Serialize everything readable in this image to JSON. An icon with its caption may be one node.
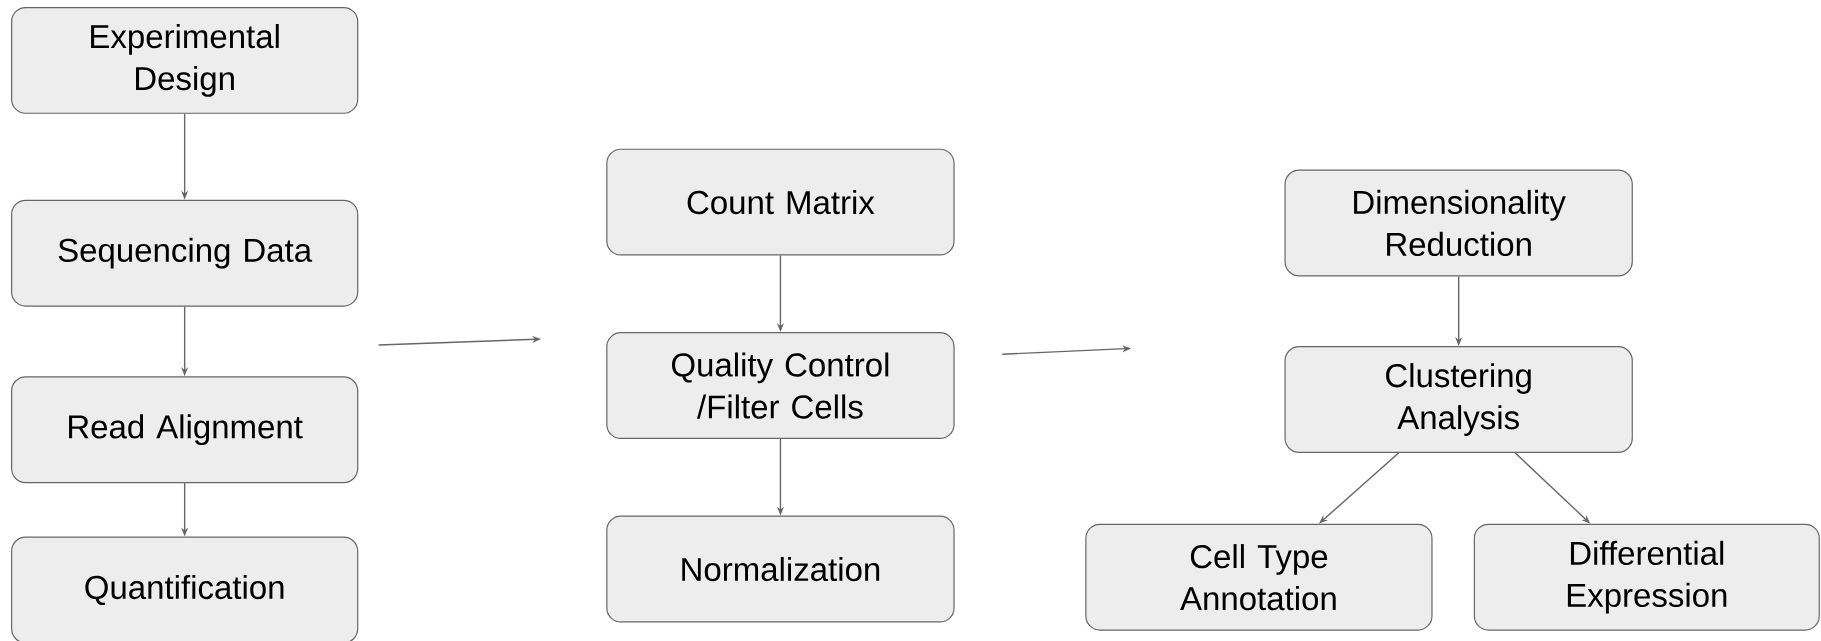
{
  "diagram": {
    "nodes": [
      {
        "text": [
          "Experimental Design"
        ]
      },
      {
        "text": [
          "Sequencing Data"
        ]
      },
      {
        "text": [
          "Read Alignment"
        ]
      },
      {
        "text": [
          "Quantification"
        ]
      },
      {
        "text": [
          "Count Matrix"
        ]
      },
      {
        "text": [
          "Quality Control /Filter Cells"
        ]
      },
      {
        "text": [
          "Normalization"
        ]
      },
      {
        "text": [
          "Dimensionality Reduction"
        ]
      },
      {
        "text": [
          "Clustering Analysis"
        ]
      },
      {
        "text": [
          "Cell Type Annotation"
        ]
      },
      {
        "text": [
          "Differential Expression"
        ]
      }
    ],
    "edges": [
      {
        "from": 0,
        "to": 1,
        "arrow": "to"
      },
      {
        "from": 1,
        "to": 2,
        "arrow": "to"
      },
      {
        "from": 2,
        "to": 3,
        "arrow": "to"
      },
      {
        "from": 4,
        "to": 5,
        "arrow": "to"
      },
      {
        "from": 5,
        "to": 6,
        "arrow": "to"
      },
      {
        "from": 7,
        "to": 8,
        "arrow": "to"
      },
      {
        "from": 8,
        "to": 9,
        "arrow": "to"
      },
      {
        "from": 8,
        "to": 10,
        "arrow": "to"
      }
    ]
  }
}
